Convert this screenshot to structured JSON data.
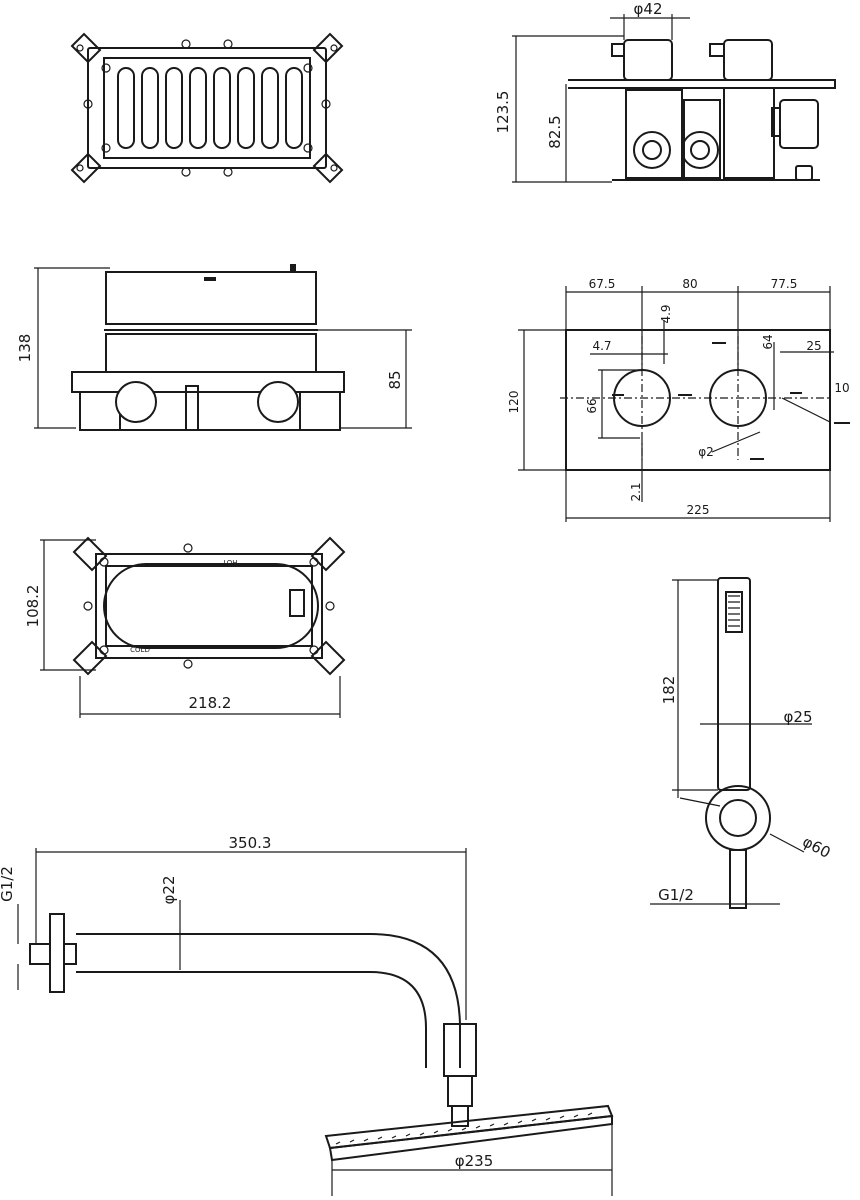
{
  "dims": {
    "top_diameter": "φ42",
    "top_height": "123.5",
    "top_inner_height": "82.5",
    "box_height": "138",
    "box_inner_height": "85",
    "plate_w1": "67.5",
    "plate_w2": "80",
    "plate_w3": "77.5",
    "plate_49": "4.9",
    "plate_47": "4.7",
    "plate_64": "64",
    "plate_25": "25",
    "plate_10": "10",
    "plate_120": "120",
    "plate_66": "66",
    "plate_phi2": "φ2",
    "plate_21": "2.1",
    "plate_total": "225",
    "box_h": "108.2",
    "box_w": "218.2",
    "hand_len": "182",
    "hand_dia": "φ25",
    "hand_base_dia": "φ60",
    "hand_thread": "G1/2",
    "arm_len": "350.3",
    "arm_dia": "φ22",
    "arm_thread": "G1/2",
    "head_dia": "φ235"
  },
  "box_text": {
    "hot": "HOT",
    "cold": "COLD"
  }
}
